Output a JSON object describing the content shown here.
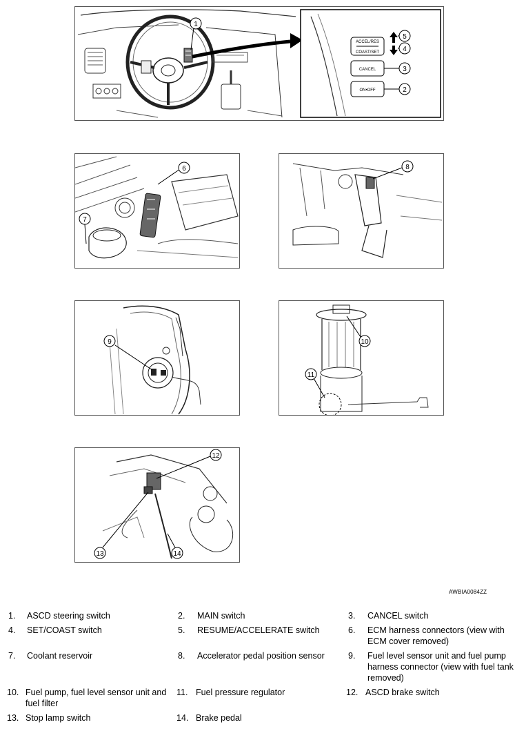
{
  "callouts": {
    "c1": "1",
    "c2": "2",
    "c3": "3",
    "c4": "4",
    "c5": "5",
    "c6": "6",
    "c7": "7",
    "c8": "8",
    "c9": "9",
    "c10": "10",
    "c11": "11",
    "c12": "12",
    "c13": "13",
    "c14": "14"
  },
  "switch_panel": {
    "accel_res": "ACCEL/RES",
    "coast_set": "COAST/SET",
    "cancel": "CANCEL",
    "on_off": "ON•OFF"
  },
  "reference_code": "AWBIA0084ZZ",
  "legend": [
    {
      "num": "1.",
      "text": "ASCD steering switch"
    },
    {
      "num": "2.",
      "text": "MAIN switch"
    },
    {
      "num": "3.",
      "text": "CANCEL switch"
    },
    {
      "num": "4.",
      "text": "SET/COAST switch"
    },
    {
      "num": "5.",
      "text": "RESUME/ACCELERATE switch"
    },
    {
      "num": "6.",
      "text": "ECM harness connectors (view with ECM cover removed)"
    },
    {
      "num": "7.",
      "text": "Coolant reservoir"
    },
    {
      "num": "8.",
      "text": "Accelerator pedal position sensor"
    },
    {
      "num": "9.",
      "text": "Fuel level sensor unit and fuel pump harness connector (view with fuel tank removed)"
    },
    {
      "num": "10.",
      "text": "Fuel pump, fuel level sensor unit and fuel filter"
    },
    {
      "num": "11.",
      "text": "Fuel pressure regulator"
    },
    {
      "num": "12.",
      "text": "ASCD brake switch"
    },
    {
      "num": "13.",
      "text": "Stop lamp switch"
    },
    {
      "num": "14.",
      "text": "Brake pedal"
    }
  ]
}
